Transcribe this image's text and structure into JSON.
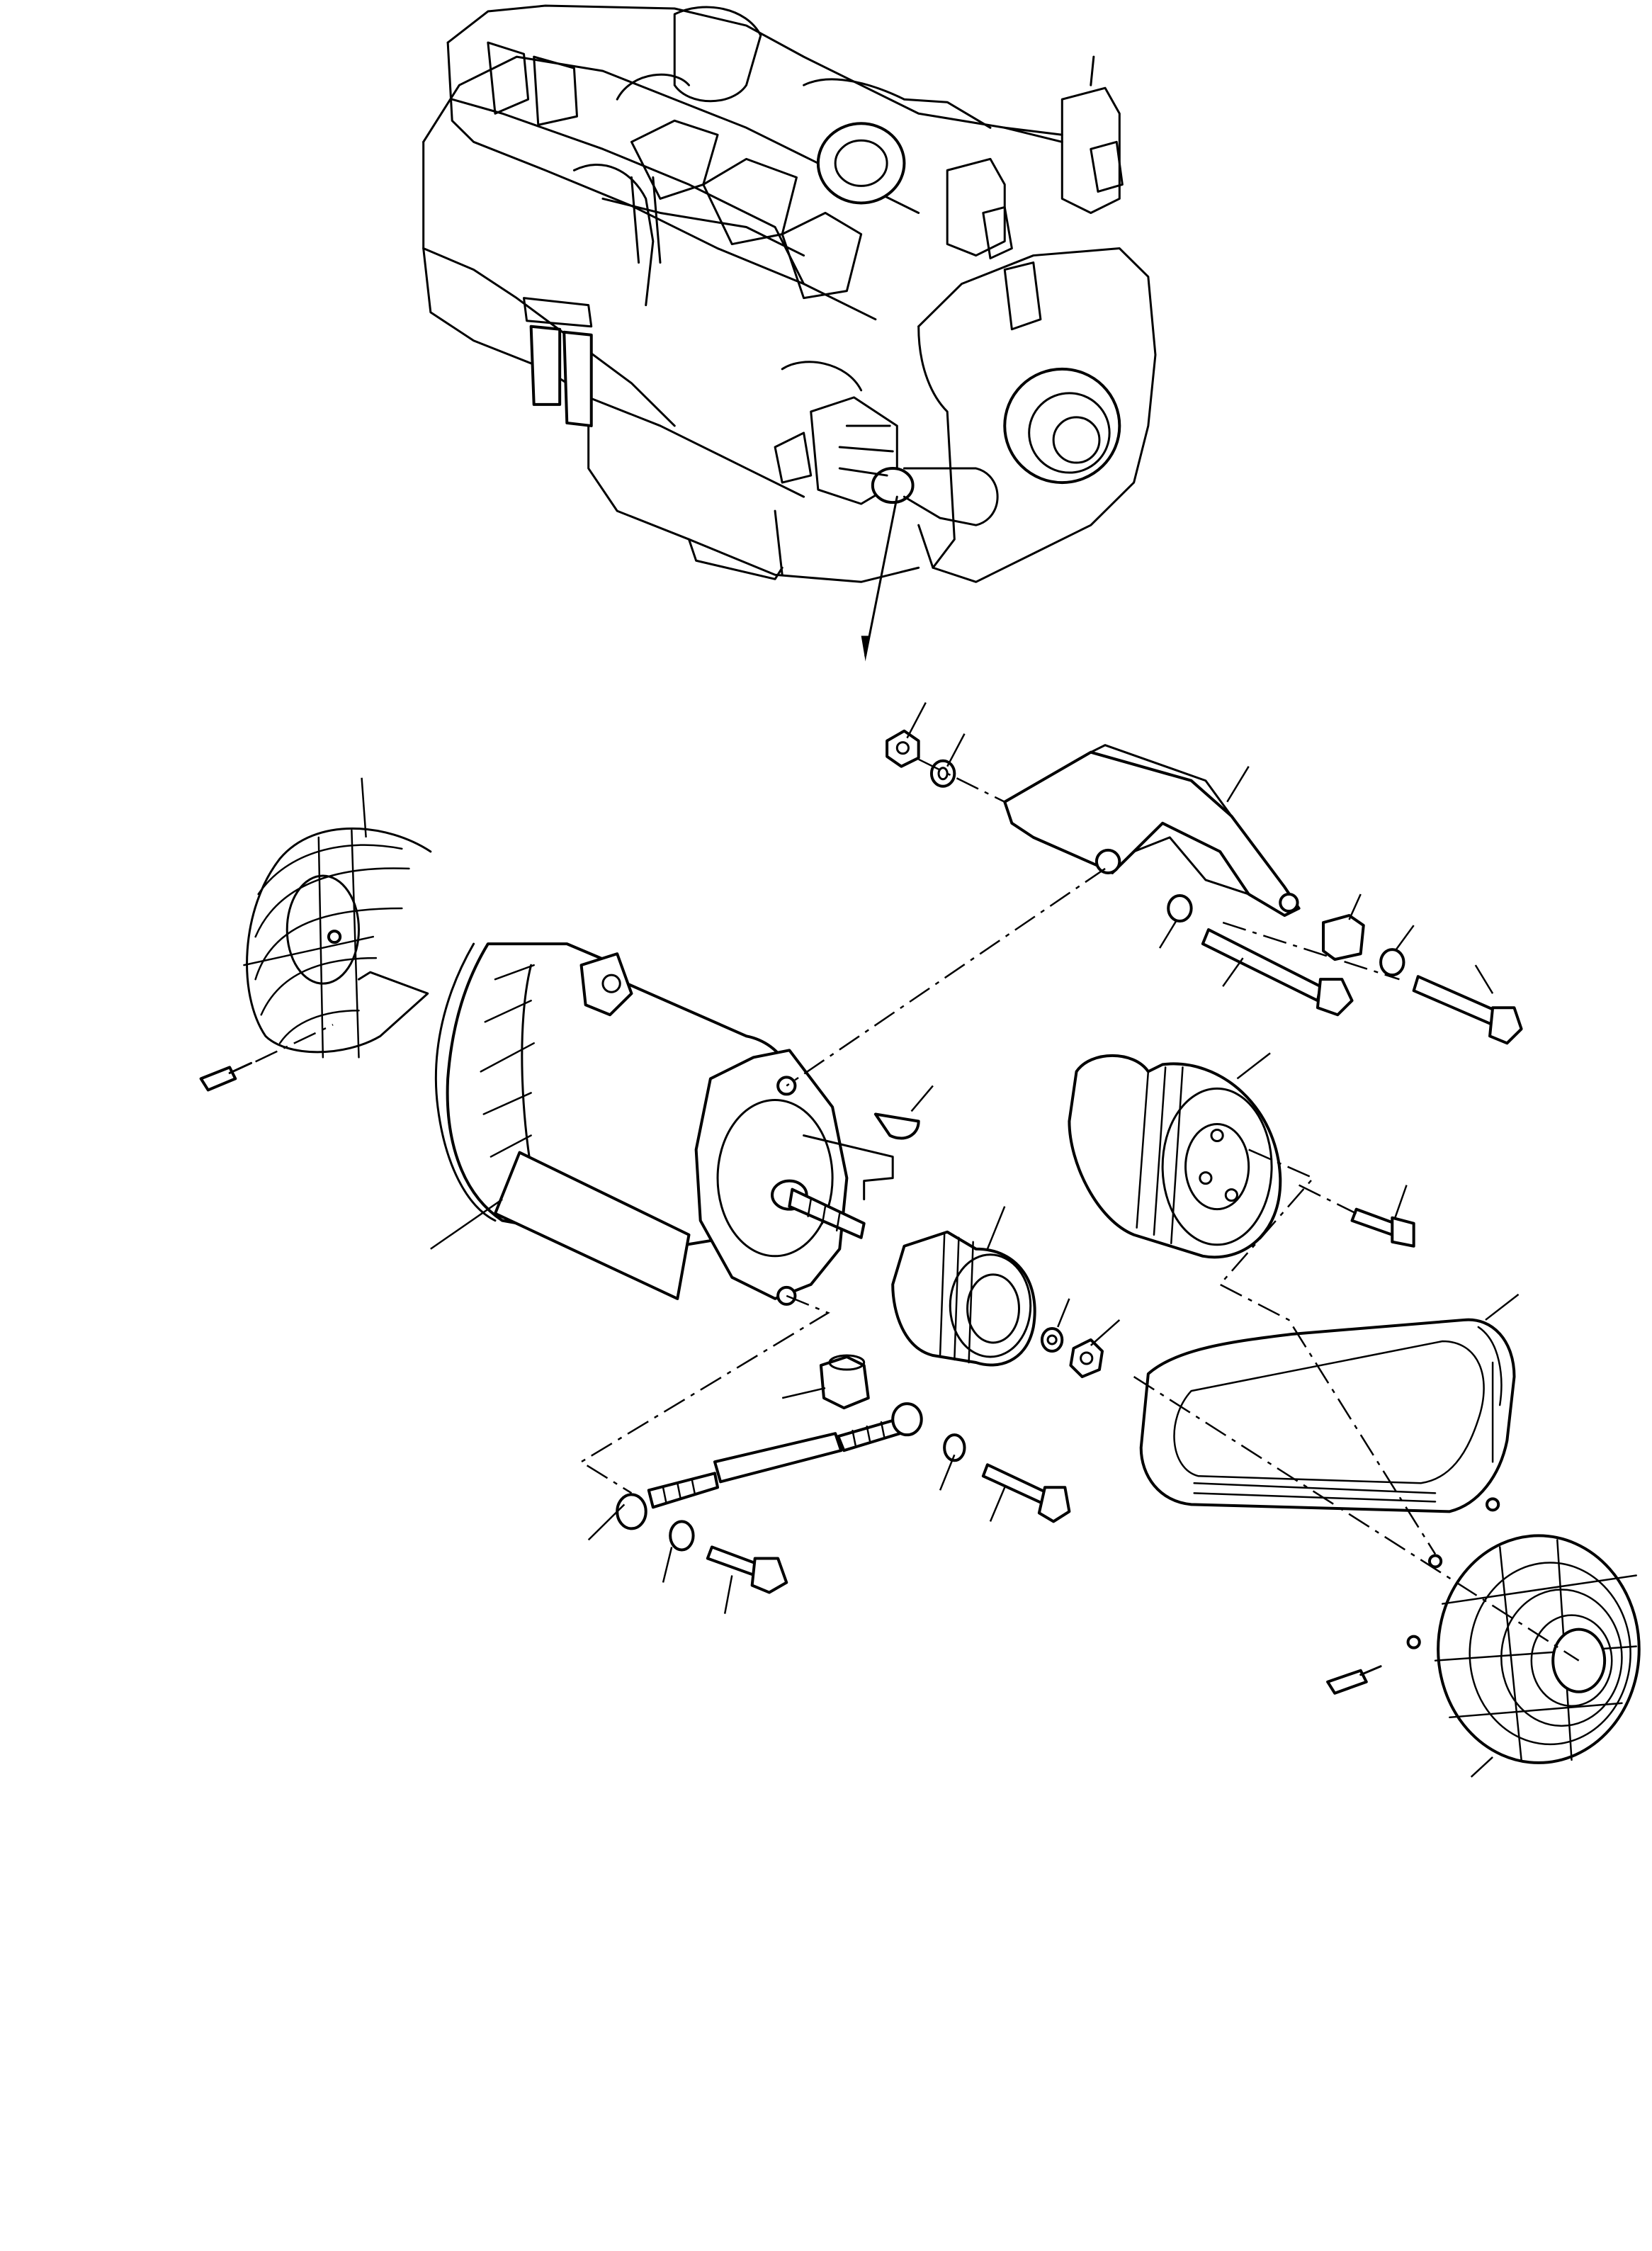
{
  "figure": {
    "kind": "exploded parts diagram",
    "text_labels": []
  },
  "parts": [
    "engine-assembly",
    "alternator",
    "alternator-bracket",
    "alternator-pulley",
    "drive-pulley",
    "v-belt",
    "fan-guard-left",
    "fan-guard-right",
    "adjusting-rod",
    "spacer-upper",
    "spacer-lower",
    "woodruff-key",
    "alternator-cover",
    "nut",
    "washer",
    "bolt",
    "screw"
  ],
  "colors": {
    "ink": "#000000",
    "paper": "#ffffff"
  }
}
